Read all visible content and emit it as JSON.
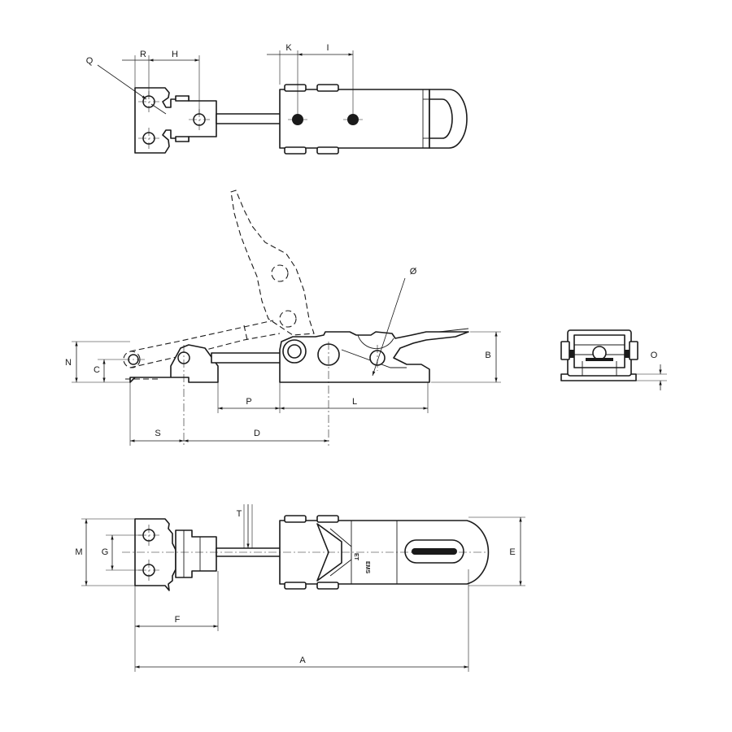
{
  "dimensions": {
    "Q": "Q",
    "R": "R",
    "H": "H",
    "K": "K",
    "I": "I",
    "O_diameter": "Ø",
    "N": "N",
    "C": "C",
    "B": "B",
    "P": "P",
    "L": "L",
    "S": "S",
    "D": "D",
    "O": "O",
    "T": "T",
    "M": "M",
    "G": "G",
    "E": "E",
    "F": "F",
    "A": "A"
  },
  "markings": {
    "part_code": "ET",
    "part_code_2": "EMS"
  },
  "colors": {
    "line": "#1a1a1a",
    "background": "#ffffff"
  }
}
